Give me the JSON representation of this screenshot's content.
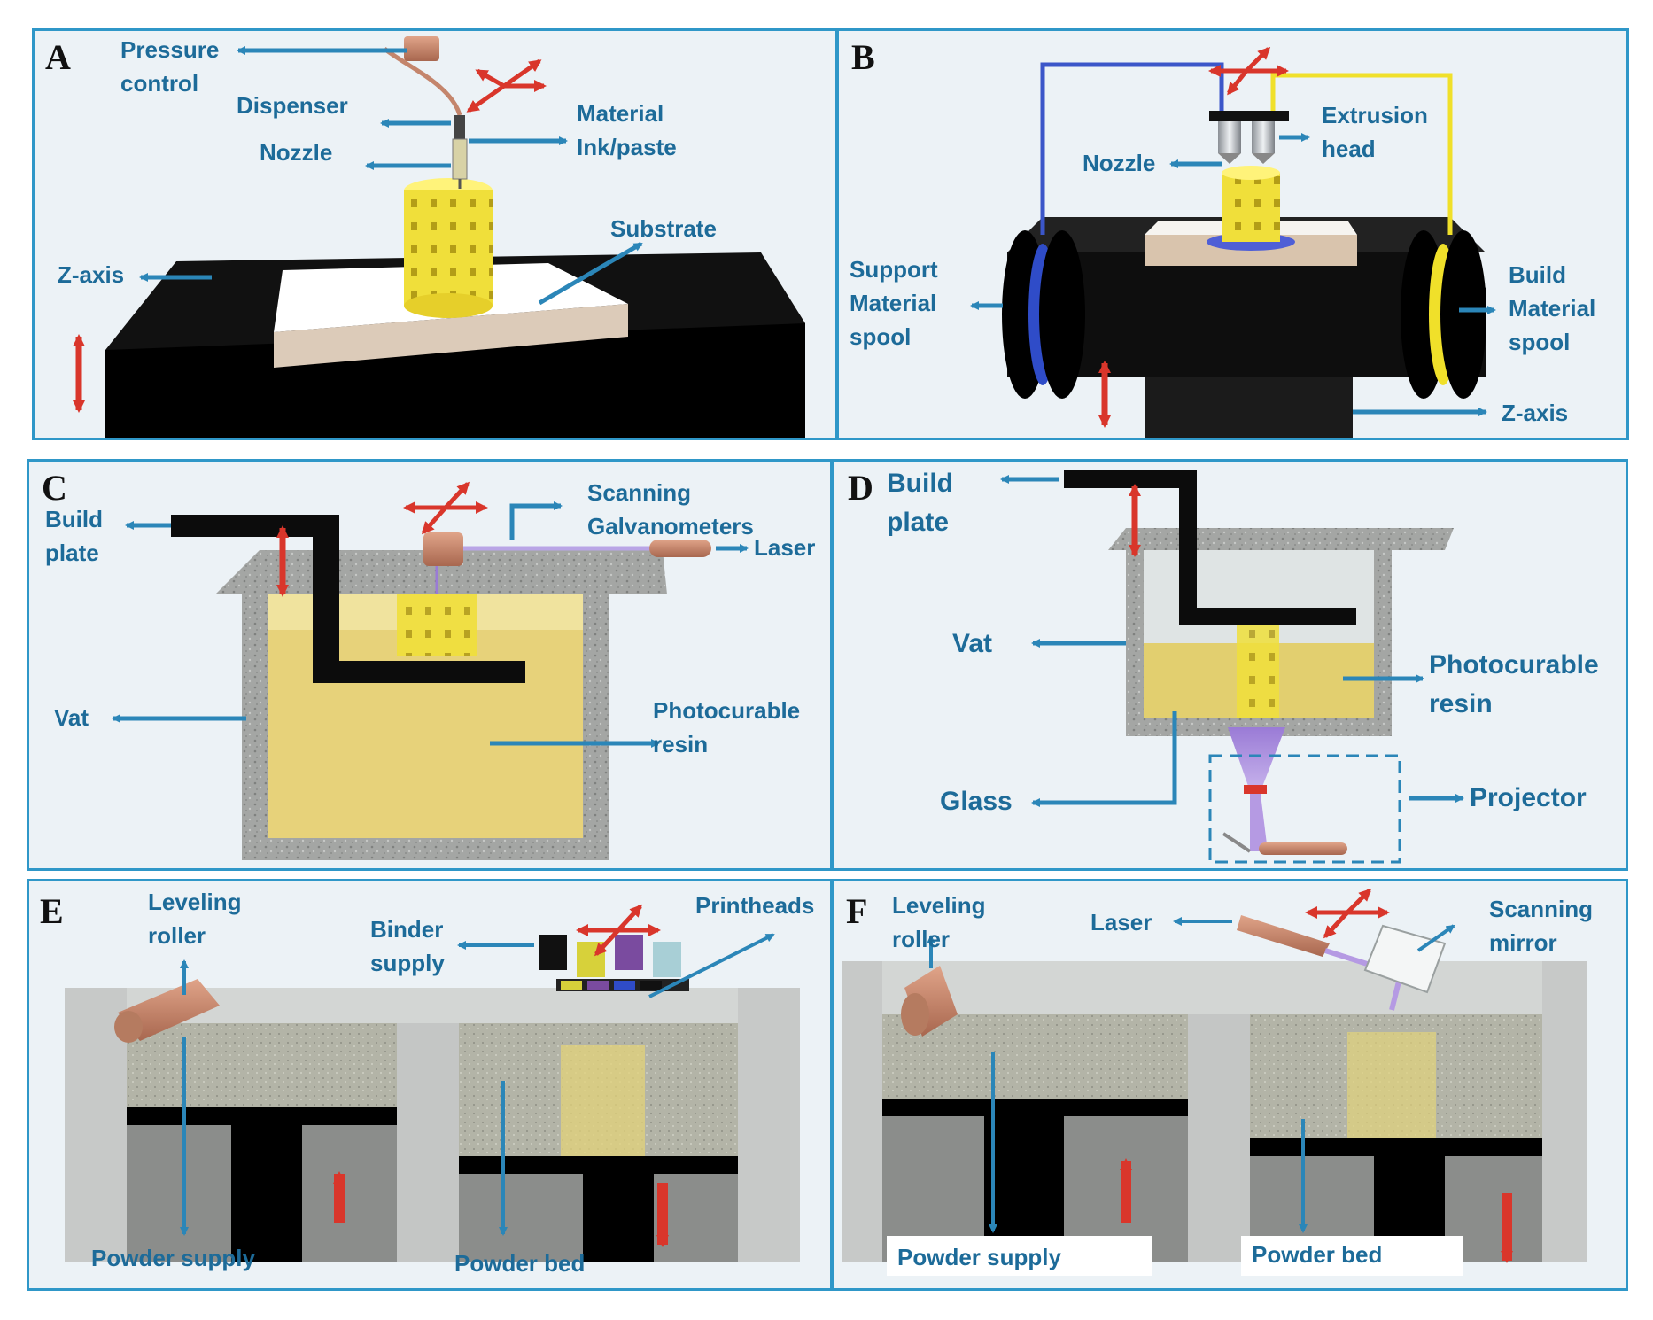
{
  "panels": {
    "a": {
      "letter": "A",
      "pressure_control": [
        "Pressure",
        "control"
      ],
      "dispenser": "Dispenser",
      "material": [
        "Material",
        "Ink/paste"
      ],
      "nozzle": "Nozzle",
      "substrate": "Substrate",
      "z_axis": "Z-axis"
    },
    "b": {
      "letter": "B",
      "extrusion_head": [
        "Extrusion",
        "head"
      ],
      "nozzle": "Nozzle",
      "support_spool": [
        "Support",
        "Material",
        "spool"
      ],
      "build_spool": [
        "Build",
        "Material",
        "spool"
      ],
      "z_axis": "Z-axis"
    },
    "c": {
      "letter": "C",
      "build_plate": [
        "Build",
        "plate"
      ],
      "scanning": [
        "Scanning",
        "Galvanometers"
      ],
      "laser": "Laser",
      "vat": "Vat",
      "resin": [
        "Photocurable",
        "resin"
      ]
    },
    "d": {
      "letter": "D",
      "build_plate": [
        "Build",
        "plate"
      ],
      "vat": "Vat",
      "resin": [
        "Photocurable",
        "resin"
      ],
      "glass": "Glass",
      "projector": "Projector"
    },
    "e": {
      "letter": "E",
      "leveling_roller": [
        "Leveling",
        "roller"
      ],
      "binder_supply": [
        "Binder",
        "supply"
      ],
      "printheads": "Printheads",
      "powder_supply": "Powder supply",
      "powder_bed": "Powder bed"
    },
    "f": {
      "letter": "F",
      "leveling_roller": [
        "Leveling",
        "roller"
      ],
      "laser": "Laser",
      "scanning_mirror": [
        "Scanning",
        "mirror"
      ],
      "powder_supply": "Powder supply",
      "powder_bed": "Powder bed"
    }
  },
  "colors": {
    "border": "#2f97c8",
    "label": "#1d6b99",
    "arrow": "#2b86b8",
    "motion_arrow": "#d9362b",
    "scaffold": "#f0df3a",
    "resin": "#e7d27a"
  }
}
